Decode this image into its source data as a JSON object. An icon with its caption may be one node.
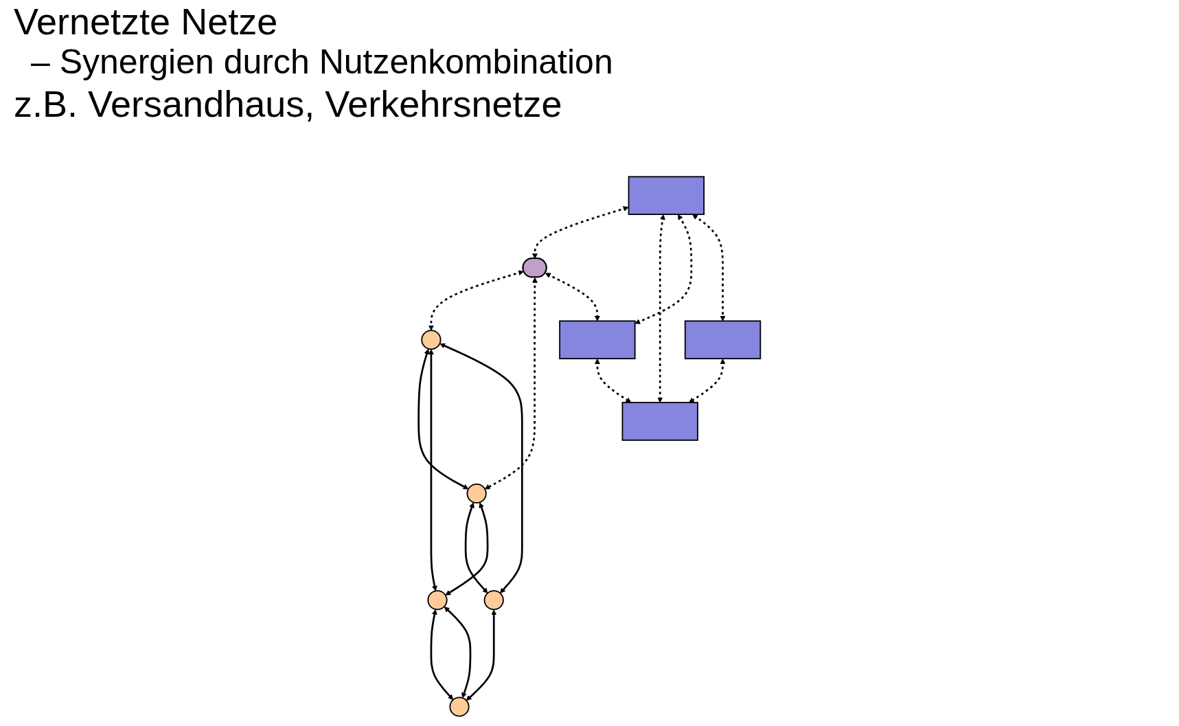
{
  "diagram": {
    "nodes": [
      {
        "text": [],
        "shape": "circle"
      },
      {
        "text": [],
        "shape": "ellipse"
      },
      {
        "text": [],
        "shape": "box"
      },
      {
        "text": [],
        "shape": "box"
      },
      {
        "text": [],
        "shape": "circle"
      },
      {
        "text": [],
        "shape": "circle"
      },
      {
        "text": [],
        "shape": "circle"
      },
      {
        "text": [],
        "shape": "box"
      },
      {
        "text": [],
        "shape": "box"
      },
      {
        "text": [],
        "shape": "circle"
      }
    ],
    "edges": [
      {
        "from": 2,
        "to": 1,
        "arrow": "both",
        "style": "dashed"
      },
      {
        "from": 2,
        "to": 7,
        "arrow": "both",
        "style": "dashed"
      },
      {
        "from": 2,
        "to": 3,
        "arrow": "both",
        "style": "dashed"
      },
      {
        "from": 1,
        "to": 5,
        "arrow": "both",
        "style": "dashed"
      },
      {
        "from": 1,
        "to": 4,
        "arrow": "both",
        "style": "dashed"
      },
      {
        "from": 1,
        "to": 3,
        "arrow": "both",
        "style": "dashed"
      },
      {
        "from": 2,
        "to": 8,
        "arrow": "both",
        "style": "dashed"
      },
      {
        "from": 5,
        "to": 4,
        "arrow": "both"
      },
      {
        "from": 5,
        "to": 9,
        "arrow": "both"
      },
      {
        "from": 4,
        "to": 6,
        "arrow": "both"
      },
      {
        "from": 4,
        "to": 9,
        "arrow": "both"
      },
      {
        "from": 3,
        "to": 7,
        "arrow": "both",
        "style": "dashed"
      },
      {
        "from": 8,
        "to": 7,
        "arrow": "both",
        "style": "dashed"
      },
      {
        "from": 5,
        "to": 6,
        "arrow": "both"
      },
      {
        "from": 9,
        "to": 0,
        "arrow": "both"
      },
      {
        "from": 6,
        "to": 0,
        "arrow": "both"
      },
      {
        "from": 9,
        "to": 0,
        "arrow": "both"
      }
    ],
    "labels": [
      "Vernetzte Netze",
      "– Synergien durch Nutzenkombination",
      "z.B. Versandhaus, Verkehrsnetze"
    ]
  }
}
